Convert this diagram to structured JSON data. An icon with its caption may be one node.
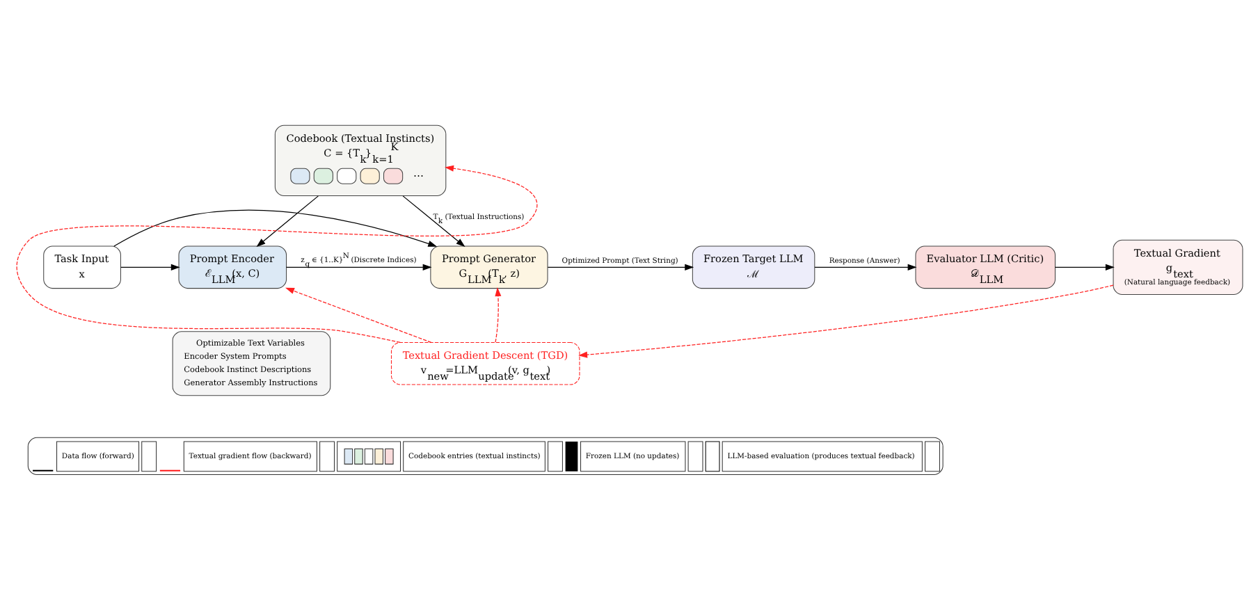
{
  "diagram": {
    "nodes": [
      {
        "text": [
          "Codebook (Textual Instincts)",
          "C = {T$_{k}$}$_{k=1}$$^{K}$",
          "⋯"
        ]
      },
      {
        "text": [
          "Task Input",
          "x"
        ]
      },
      {
        "text": [
          "Prompt Encoder",
          "ℰ$_{LLM}$(x, C)"
        ]
      },
      {
        "text": [
          "Prompt Generator",
          "G$_{LLM}$(T$_{k}$, z)"
        ]
      },
      {
        "text": [
          "Frozen Target LLM",
          "ℳ"
        ]
      },
      {
        "text": [
          "Evaluator LLM (Critic)",
          "𝒟$_{LLM}$"
        ]
      },
      {
        "text": [
          "Textual Gradient",
          "g$_{text}$",
          "(Natural language feedback)"
        ]
      },
      {
        "text": [
          "Textual Gradient Descent (TGD)",
          "v$_{new}$=LLM$_{update}$(v, g$_{text}$)"
        ]
      },
      {
        "text": [
          "Optimizable Text Variables",
          "Encoder System Prompts",
          "Codebook Instinct Descriptions",
          "Generator Assembly Instructions"
        ]
      }
    ],
    "edges": [
      {
        "from": 0,
        "to": 2,
        "arrow": "to"
      },
      {
        "from": 0,
        "to": 3,
        "arrow": "to",
        "label": "T$_{k}$ (Textual Instructions)"
      },
      {
        "from": 1,
        "to": 2,
        "arrow": "to"
      },
      {
        "from": 1,
        "to": 3,
        "arrow": "to"
      },
      {
        "from": 2,
        "to": 3,
        "arrow": "to",
        "label": "z$_{q}$ ∈ {1..K}$^{N}$ (Discrete Indices)"
      },
      {
        "from": 3,
        "to": 4,
        "arrow": "to",
        "label": "Optimized Prompt (Text String)"
      },
      {
        "from": 4,
        "to": 5,
        "arrow": "to",
        "label": "Response (Answer)"
      },
      {
        "from": 5,
        "to": 6,
        "arrow": "to"
      },
      {
        "from": 6,
        "to": 7,
        "arrow": "to",
        "style": "dashed",
        "color": "#ff2020"
      },
      {
        "from": 7,
        "to": 2,
        "arrow": "to",
        "style": "dashed",
        "color": "#ff2020"
      },
      {
        "from": 7,
        "to": 0,
        "arrow": "to",
        "style": "dashed",
        "color": "#ff2020"
      },
      {
        "from": 7,
        "to": 3,
        "arrow": "to",
        "style": "dashed",
        "color": "#ff2020"
      }
    ],
    "legend": [
      {
        "text": "Data flow (forward)"
      },
      {
        "text": "Textual gradient flow (backward)"
      },
      {
        "text": "Codebook entries (textual instincts)"
      },
      {
        "text": "Frozen LLM (no updates)"
      },
      {
        "text": "LLM-based evaluation (produces textual feedback)"
      }
    ]
  }
}
